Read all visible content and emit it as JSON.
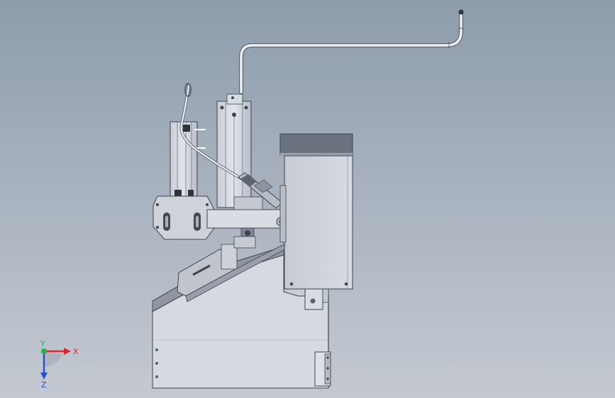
{
  "viewport": {
    "background_top": "#8e9cab",
    "background_bottom": "#c4c9d1"
  },
  "triad": {
    "x_label": "X",
    "y_label": "Y",
    "z_label": "Z",
    "x_color": "#e0262b",
    "y_color": "#22b24c",
    "z_color": "#2c4fd8"
  }
}
